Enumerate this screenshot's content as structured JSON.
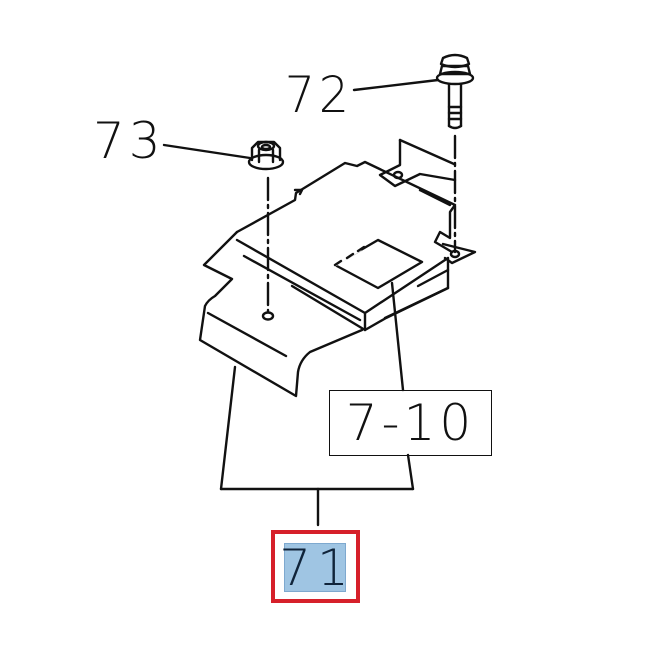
{
  "diagram": {
    "type": "exploded-parts-view",
    "callouts": [
      {
        "id": "72",
        "label": "72",
        "part": "flange-bolt"
      },
      {
        "id": "73",
        "label": "73",
        "part": "flange-nut"
      },
      {
        "id": "7-10",
        "label": "7-10",
        "part": "module-unit",
        "boxed": true
      },
      {
        "id": "71",
        "label": "71",
        "part": "bracket",
        "selected": true
      }
    ],
    "selection": {
      "label": "71",
      "outline_color": "#d6202a",
      "highlight_color": "#9fc5e3"
    },
    "line_color": "#111111",
    "background": "#ffffff"
  }
}
